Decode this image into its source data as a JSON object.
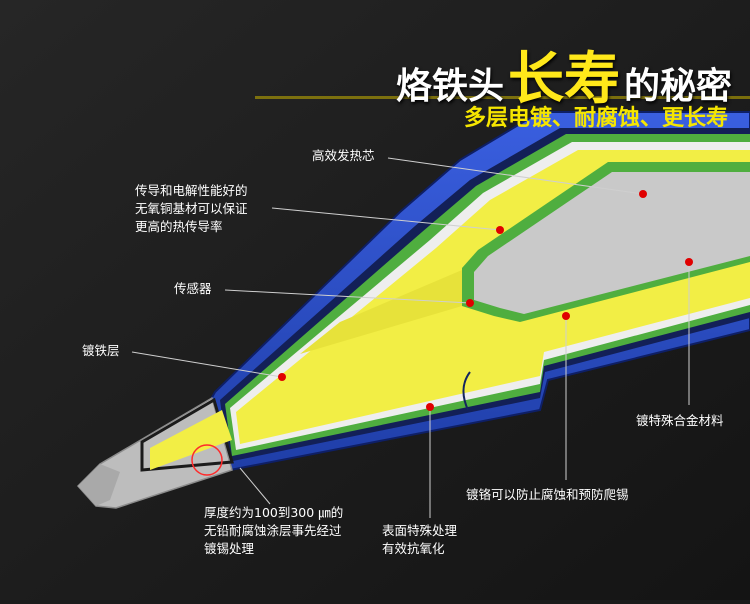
{
  "title": {
    "part1": "烙铁头",
    "part2": "长寿",
    "part3": "的秘密"
  },
  "subtitle": "多层电镀、耐腐蚀、更长寿",
  "labels": {
    "heating_core": "高效发热芯",
    "copper_line1": "传导和电解性能好的",
    "copper_line2": "无氧铜基材可以保证",
    "copper_line3": "更高的热传导率",
    "sensor": "传感器",
    "iron_layer": "镀铁层",
    "thickness_line1": "厚度约为100到300 ㎛的",
    "thickness_line2": "无铅耐腐蚀涂层事先经过",
    "thickness_line3": "镀锡处理",
    "surface_line1": "表面特殊处理",
    "surface_line2": "有效抗氧化",
    "chrome": "镀铬可以防止腐蚀和预防爬锡",
    "alloy": "镀特殊合金材料"
  },
  "colors": {
    "background": "#1b1b1b",
    "outer_blue": "#2a4fc6",
    "green": "#4fae3f",
    "yellow": "#f2ee45",
    "core_gray": "#c9c9c9",
    "tip_gray": "#bdbdbd",
    "marker_red": "#e00000",
    "title_yellow": "#ffe81a"
  }
}
